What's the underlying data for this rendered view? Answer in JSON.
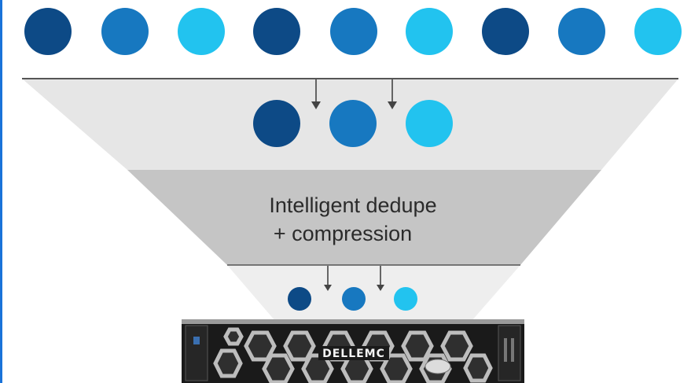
{
  "caption": {
    "line1": "Intelligent dedupe",
    "line2": "+ compression"
  },
  "colors": {
    "dark_blue": "#0d4a86",
    "mid_blue": "#1778c0",
    "light_blue": "#22c3ef",
    "funnel_upper": "#e6e6e6",
    "funnel_middle": "#c5c5c5",
    "funnel_lower": "#eeeeee",
    "divider": "#555555",
    "frame": "#1a73d9"
  },
  "stages": [
    {
      "name": "incoming-data",
      "dot_count": 9
    },
    {
      "name": "deduplicated-data",
      "dot_count": 3
    },
    {
      "name": "compressed-data",
      "dot_count": 3
    }
  ],
  "server": {
    "brand": "DELLEMC",
    "icon": "storage-appliance-icon"
  }
}
